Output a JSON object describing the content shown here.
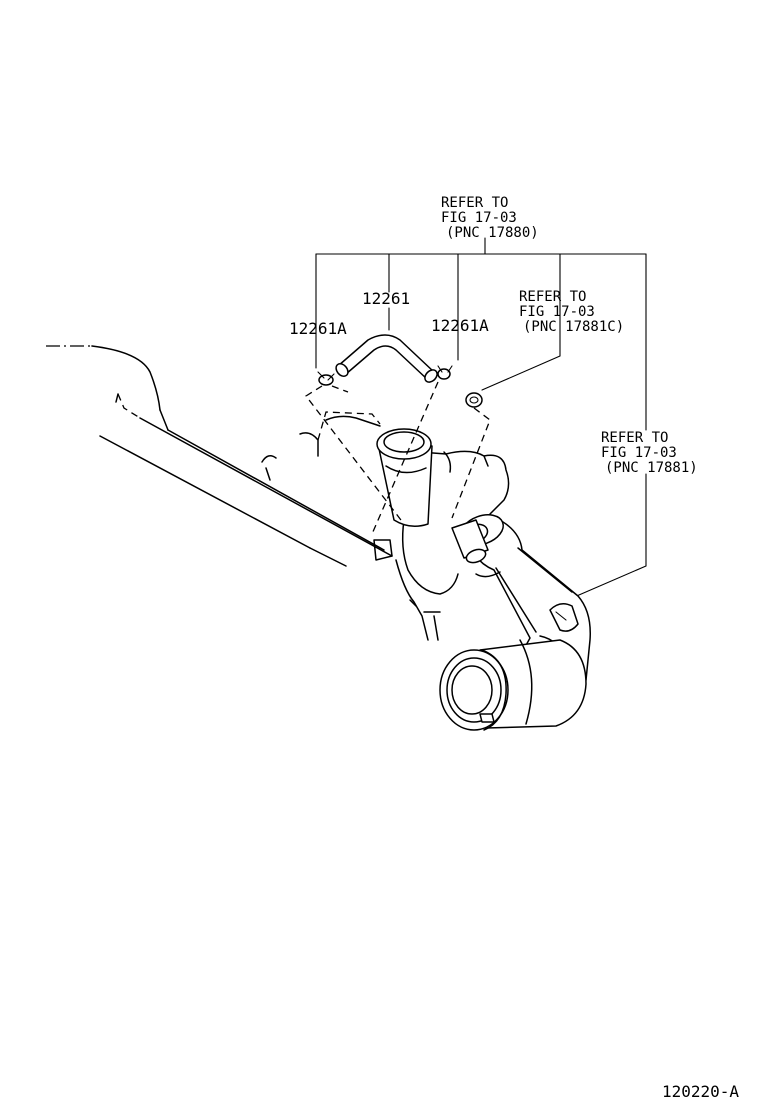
{
  "refer_1": {
    "line1": "REFER TO",
    "line2": "FIG 17-03",
    "line3": "(PNC 17880)"
  },
  "refer_2": {
    "line1": "REFER TO",
    "line2": "FIG 17-03",
    "line3": "(PNC 17881C)"
  },
  "refer_3": {
    "line1": "REFER TO",
    "line2": "FIG 17-03",
    "line3": "(PNC 17881)"
  },
  "parts": {
    "hose": "12261",
    "clamp_left": "12261A",
    "clamp_right": "12261A"
  },
  "figure_code": "120220-A"
}
